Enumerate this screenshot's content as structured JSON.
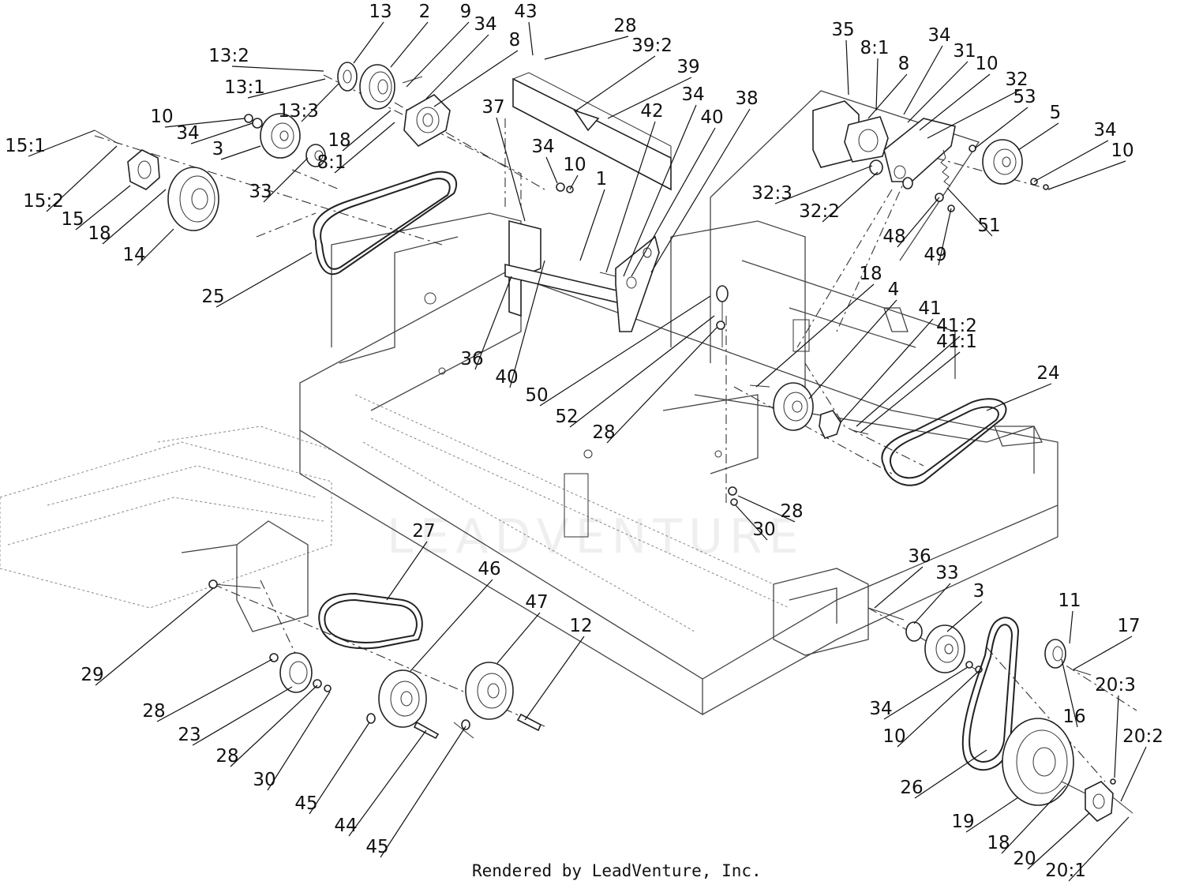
{
  "footer": "Rendered by LeadVenture, Inc.",
  "watermark": "LEADVENTURE",
  "callouts": [
    "13",
    "2",
    "9",
    "34",
    "8",
    "43",
    "28",
    "39:2",
    "39",
    "35",
    "8:1",
    "8",
    "34",
    "31",
    "10",
    "32",
    "13:2",
    "13:1",
    "13:3",
    "10",
    "34",
    "3",
    "18",
    "8:1",
    "33",
    "15:1",
    "15:2",
    "15",
    "18",
    "14",
    "25",
    "37",
    "34",
    "10",
    "1",
    "42",
    "34",
    "40",
    "38",
    "36",
    "40",
    "50",
    "52",
    "28",
    "53",
    "5",
    "34",
    "10",
    "32:3",
    "32:2",
    "48",
    "49",
    "51",
    "18",
    "4",
    "41",
    "41:2",
    "41:1",
    "24",
    "28",
    "30",
    "27",
    "46",
    "47",
    "12",
    "29",
    "28",
    "23",
    "28",
    "30",
    "45",
    "44",
    "45",
    "36",
    "33",
    "3",
    "11",
    "17",
    "34",
    "10",
    "16",
    "20:3",
    "20:2",
    "26",
    "19",
    "18",
    "20",
    "20:1"
  ]
}
